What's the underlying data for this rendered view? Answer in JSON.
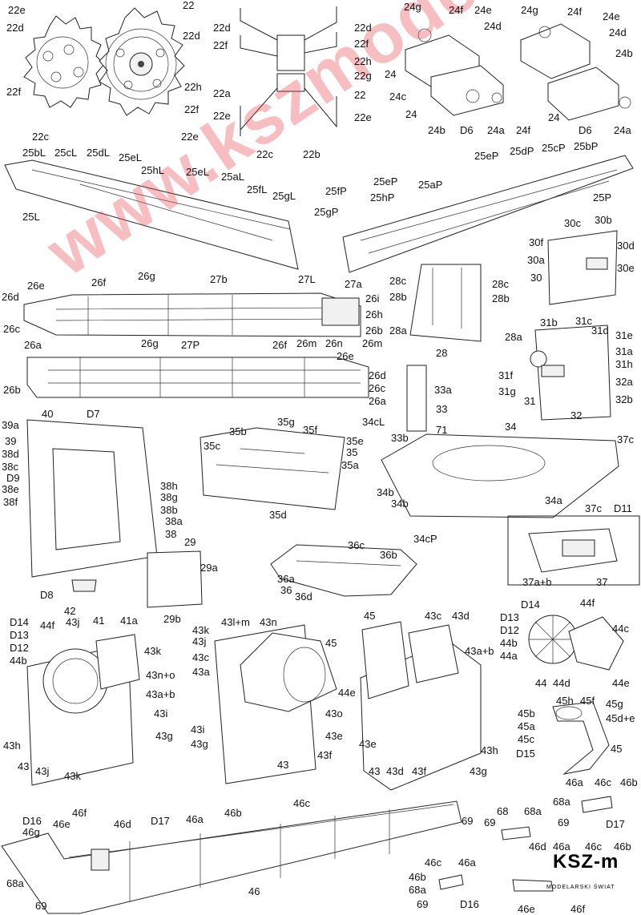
{
  "watermark": "www.kszmodelarz.pl",
  "logo": {
    "name": "KSZ-m",
    "tagline": "MODELARSKI ŚWIAT"
  },
  "colors": {
    "watermark": "#e8484e",
    "lines": "#222222",
    "paper": "#ffffff"
  },
  "labels": {
    "l001": "22e",
    "l002": "22",
    "l003": "22d",
    "l004": "22d",
    "l005": "22f",
    "l006": "22c",
    "l007": "22h",
    "l008": "22f",
    "l009": "22e",
    "l010": "22d",
    "l011": "22f",
    "l012": "22d",
    "l013": "22f",
    "l014": "22h",
    "l015": "22g",
    "l016": "22a",
    "l017": "22",
    "l018": "22e",
    "l019": "22e",
    "l020": "22c",
    "l021": "22b",
    "l022": "24g",
    "l023": "24f",
    "l024": "24e",
    "l025": "24d",
    "l026": "24",
    "l027": "24c",
    "l028": "24",
    "l029": "24b",
    "l030": "D6",
    "l031": "24a",
    "l032": "24f",
    "l033": "24g",
    "l034": "24f",
    "l035": "24e",
    "l036": "24d",
    "l037": "24b",
    "l038": "24",
    "l039": "D6",
    "l040": "24a",
    "l041": "25bL",
    "l042": "25cL",
    "l043": "25dL",
    "l044": "25eL",
    "l045": "25hL",
    "l046": "25eL",
    "l047": "25aL",
    "l048": "25fL",
    "l049": "25gL",
    "l050": "25L",
    "l051": "25eP",
    "l052": "25dP",
    "l053": "25cP",
    "l054": "25bP",
    "l055": "25eP",
    "l056": "25hP",
    "l057": "25aP",
    "l058": "25fP",
    "l059": "25gP",
    "l060": "25P",
    "l061": "30c",
    "l062": "30b",
    "l063": "30f",
    "l064": "30d",
    "l065": "30a",
    "l066": "30e",
    "l067": "30",
    "l068": "26f",
    "l069": "26g",
    "l070": "27b",
    "l071": "27L",
    "l072": "27a",
    "l073": "26e",
    "l074": "26d",
    "l075": "26i",
    "l076": "26h",
    "l077": "26c",
    "l078": "26b",
    "l079": "26a",
    "l080": "26m",
    "l081": "26n",
    "l082": "26m",
    "l083": "28c",
    "l084": "28b",
    "l085": "28c",
    "l086": "28b",
    "l087": "28a",
    "l088": "28a",
    "l089": "28",
    "l090": "31b",
    "l091": "31c",
    "l092": "31d",
    "l093": "31e",
    "l094": "31a",
    "l095": "31h",
    "l096": "31f",
    "l097": "31g",
    "l098": "31",
    "l099": "32a",
    "l100": "32b",
    "l101": "32",
    "l102": "26g",
    "l103": "27P",
    "l104": "26f",
    "l105": "26e",
    "l106": "26d",
    "l107": "26c",
    "l108": "26a",
    "l109": "26b",
    "l110": "33a",
    "l111": "33",
    "l112": "71",
    "l113": "33b",
    "l114": "39a",
    "l115": "40",
    "l116": "D7",
    "l117": "39",
    "l118": "38d",
    "l119": "38c",
    "l120": "D9",
    "l121": "38e",
    "l122": "38f",
    "l123": "38h",
    "l124": "38g",
    "l125": "38b",
    "l126": "38a",
    "l127": "38",
    "l128": "29",
    "l129": "29a",
    "l130": "D8",
    "l131": "42",
    "l132": "41",
    "l133": "41a",
    "l134": "29b",
    "l135": "35b",
    "l136": "35g",
    "l137": "35f",
    "l138": "35e",
    "l139": "35c",
    "l140": "35",
    "l141": "35a",
    "l142": "35d",
    "l143": "34cL",
    "l144": "34",
    "l145": "37c",
    "l146": "34b",
    "l147": "34b",
    "l148": "34a",
    "l149": "34cP",
    "l150": "37c",
    "l151": "D11",
    "l152": "37a+b",
    "l153": "37",
    "l154": "36c",
    "l155": "36b",
    "l156": "36a",
    "l157": "36",
    "l158": "36d",
    "l159": "D14",
    "l160": "44f",
    "l161": "D13",
    "l162": "D12",
    "l163": "44b",
    "l164": "44a",
    "l165": "44c",
    "l166": "44",
    "l167": "44d",
    "l168": "44e",
    "l169": "D14",
    "l170": "44f",
    "l171": "43j",
    "l172": "D13",
    "l173": "D12",
    "l174": "44b",
    "l175": "43k",
    "l176": "43n+o",
    "l177": "43a+b",
    "l178": "43i",
    "l179": "43h",
    "l180": "43g",
    "l181": "43",
    "l182": "43j",
    "l183": "43k",
    "l184": "43k",
    "l185": "43l+m",
    "l186": "43n",
    "l187": "43j",
    "l188": "43c",
    "l189": "43a",
    "l190": "45",
    "l191": "44e",
    "l192": "43o",
    "l193": "43i",
    "l194": "43g",
    "l195": "43e",
    "l196": "43f",
    "l197": "43",
    "l198": "45",
    "l199": "43c",
    "l200": "43d",
    "l201": "43a+b",
    "l202": "43e",
    "l203": "43h",
    "l204": "43",
    "l205": "43d",
    "l206": "43f",
    "l207": "43g",
    "l208": "45h",
    "l209": "45f",
    "l210": "45g",
    "l211": "45b",
    "l212": "45d+e",
    "l213": "45a",
    "l214": "45c",
    "l215": "D15",
    "l216": "45",
    "l217": "D16",
    "l218": "46f",
    "l219": "46e",
    "l220": "46d",
    "l221": "D17",
    "l222": "46a",
    "l223": "46b",
    "l224": "46c",
    "l225": "69",
    "l226": "46g",
    "l227": "68a",
    "l228": "69",
    "l229": "46",
    "l230": "68",
    "l231": "68a",
    "l232": "69",
    "l233": "46a",
    "l234": "46c",
    "l235": "46b",
    "l236": "68a",
    "l237": "D17",
    "l238": "69",
    "l239": "46d",
    "l240": "46a",
    "l241": "46c",
    "l242": "46b",
    "l243": "46c",
    "l244": "46a",
    "l245": "46b",
    "l246": "68a",
    "l247": "69",
    "l248": "D16",
    "l249": "46e",
    "l250": "46f"
  }
}
